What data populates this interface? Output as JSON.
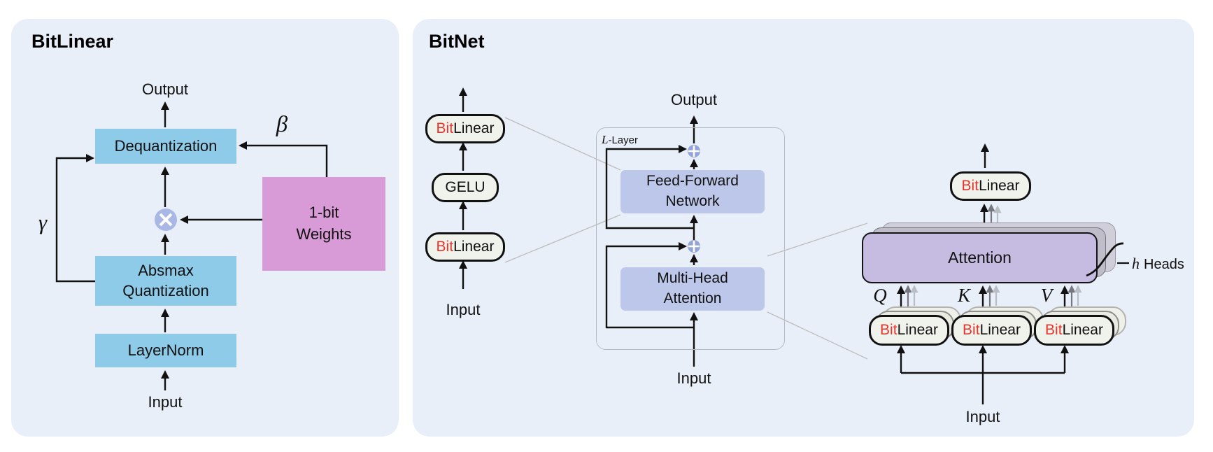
{
  "colors": {
    "panel_bg": "#e9eff9",
    "cyan_box": "#8ecbe9",
    "pink_box": "#d99bd8",
    "periwinkle_box": "#bdc7ea",
    "attention_purple": "#c6bce1",
    "pill_bg": "#f0f2ec",
    "bit_red": "#e8352b",
    "multiply_node": "#a9b7e6",
    "add_node": "#93a5d8",
    "arrow_black": "#111111",
    "arrow_gray": "#77777f",
    "arrow_lightgray": "#b9bdc4",
    "connector_gray": "#bdbdbd"
  },
  "bitlinear_pill": {
    "bit": "Bit",
    "rest": "Linear"
  },
  "left_panel": {
    "title": "BitLinear",
    "output": "Output",
    "input": "Input",
    "beta": "β",
    "gamma": "γ",
    "dequantization": "Dequantization",
    "absmax_line1": "Absmax",
    "absmax_line2": "Quantization",
    "layernorm": "LayerNorm",
    "weights_line1": "1-bit",
    "weights_line2": "Weights"
  },
  "right_panel": {
    "title": "BitNet",
    "ffn_expand": {
      "gelu": "GELU",
      "input": "Input"
    },
    "block": {
      "output": "Output",
      "llayer_var": "L",
      "llayer_rest": "-Layer",
      "ffn_line1": "Feed-Forward",
      "ffn_line2": "Network",
      "mha_line1": "Multi-Head",
      "mha_line2": "Attention",
      "input": "Input"
    },
    "attention": {
      "label": "Attention",
      "q": "Q",
      "k": "K",
      "v": "V",
      "heads_var": "h",
      "heads_rest": "Heads",
      "input": "Input"
    }
  }
}
